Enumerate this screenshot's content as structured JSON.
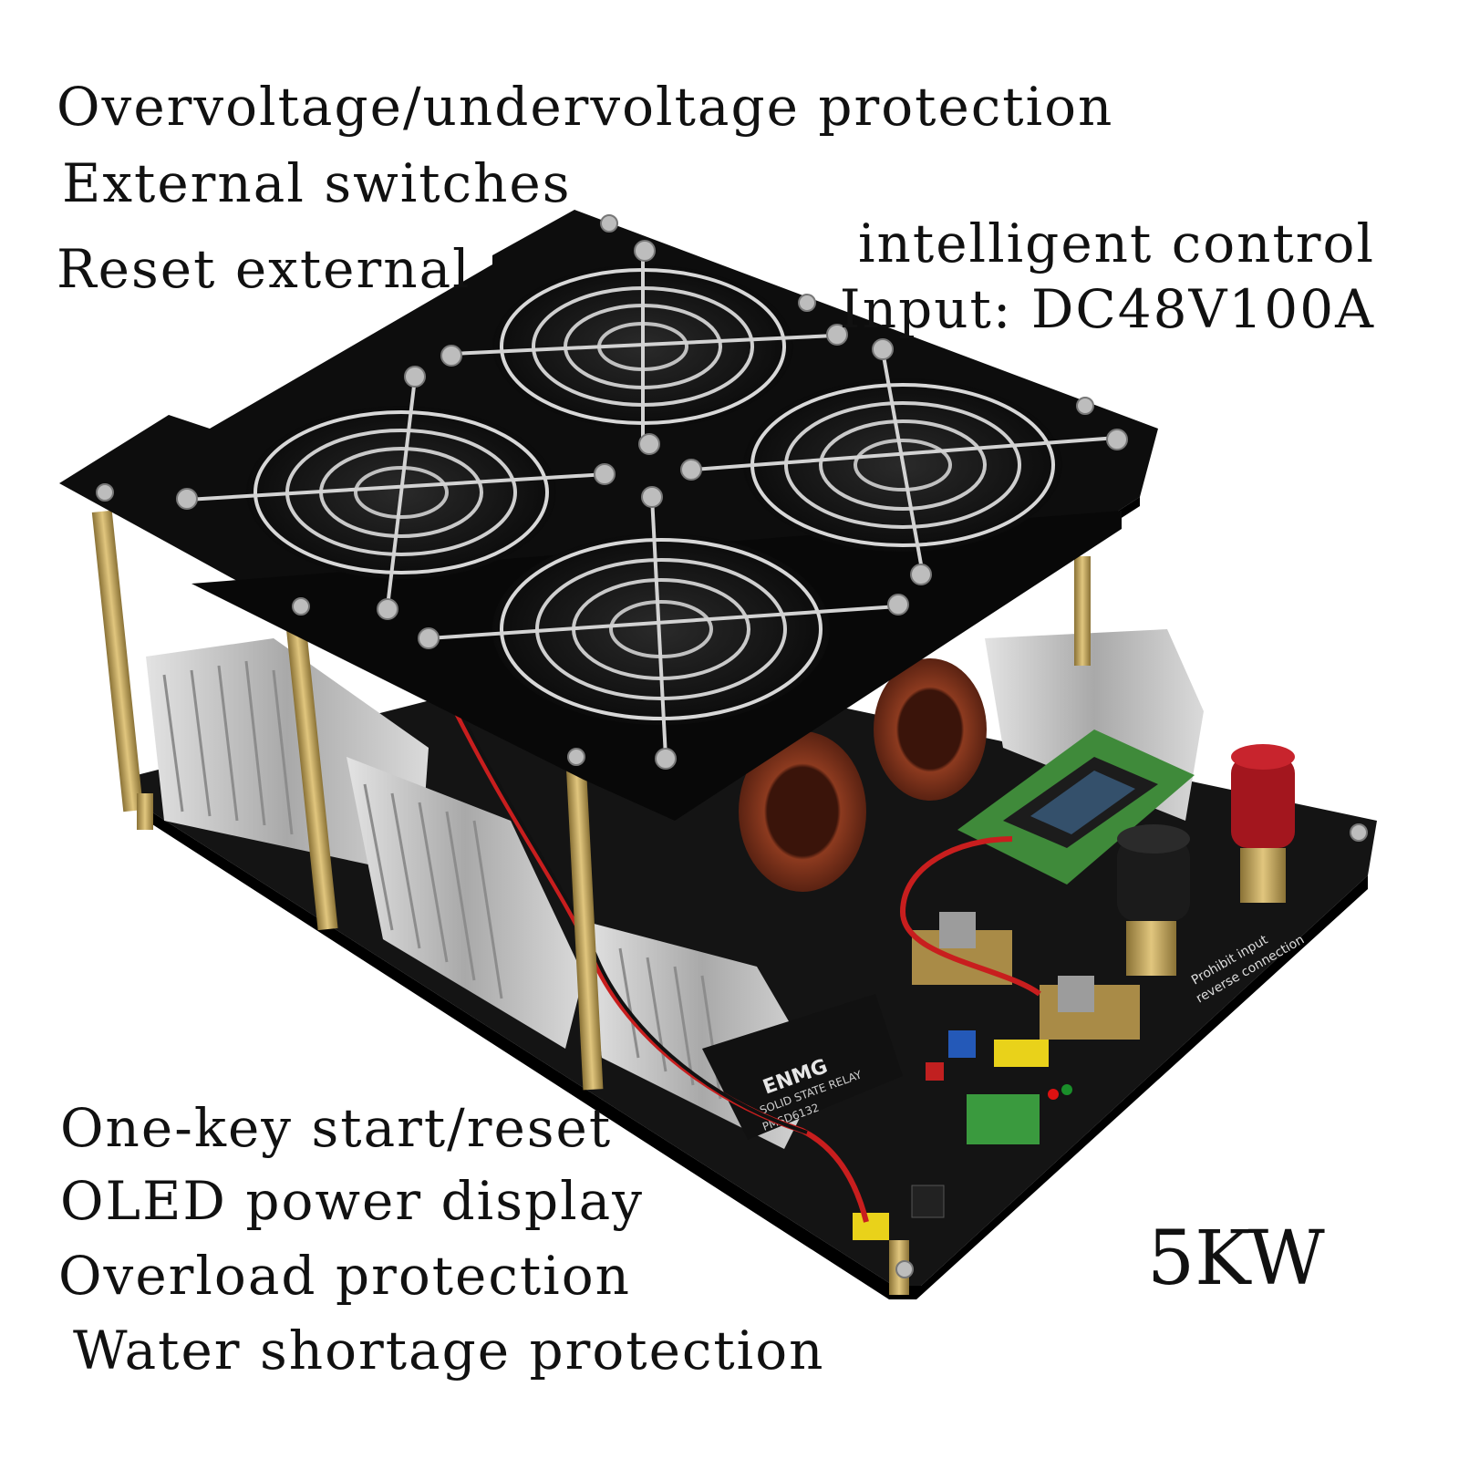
{
  "captions": {
    "top_left": [
      "Overvoltage/undervoltage protection",
      "External switches",
      "Reset external"
    ],
    "top_right": [
      "intelligent control",
      "Input: DC48V100A"
    ],
    "bottom_left": [
      "One-key start/reset",
      "OLED power display",
      "Overload protection",
      "Water shortage protection"
    ],
    "power_rating": "5KW"
  },
  "board_labels": {
    "relay_brand": "ENMG",
    "relay_type": "SOLID STATE RELAY",
    "relay_model": "PMSD6132",
    "warning_line1": "Prohibit input",
    "warning_line2": "reverse connection"
  },
  "colors": {
    "pcb": "#141414",
    "heatsink": "#c9c9c9",
    "copper_coil": "#7a2f1a",
    "brass_standoff": "#b59a55",
    "terminal_red": "#a3161e",
    "oled_pcb": "#3f8a3a"
  }
}
